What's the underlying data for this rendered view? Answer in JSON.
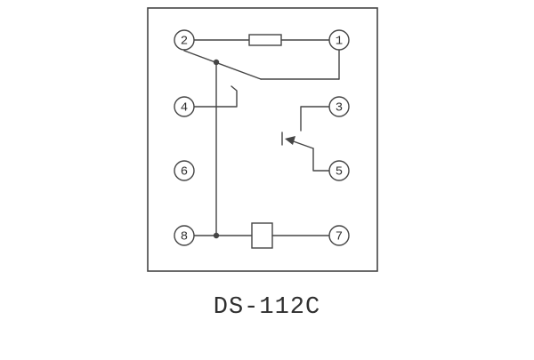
{
  "caption": "DS-112C",
  "terminals": [
    {
      "label": "2"
    },
    {
      "label": "1"
    },
    {
      "label": "4"
    },
    {
      "label": "3"
    },
    {
      "label": "6"
    },
    {
      "label": "5"
    },
    {
      "label": "8"
    },
    {
      "label": "7"
    }
  ],
  "colors": {
    "line": "#454545",
    "background": "#ffffff",
    "text": "#2f2f2f"
  }
}
